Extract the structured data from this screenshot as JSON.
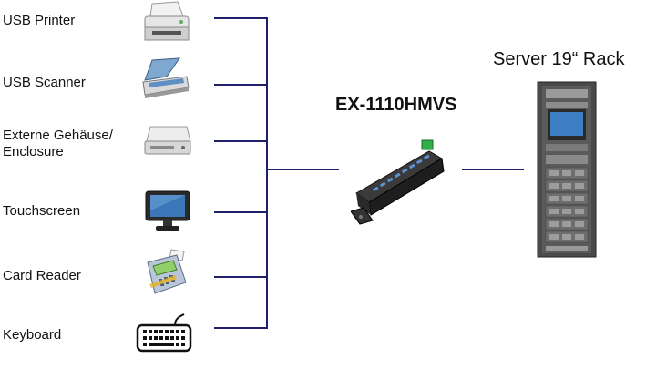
{
  "devices": [
    {
      "label": "USB Printer",
      "icon": "printer-icon"
    },
    {
      "label": "USB Scanner",
      "icon": "scanner-icon"
    },
    {
      "label": "Externe Gehäuse/",
      "label2": "Enclosure",
      "icon": "hard-drive-icon"
    },
    {
      "label": "Touchscreen",
      "icon": "monitor-icon"
    },
    {
      "label": "Card Reader",
      "icon": "card-reader-icon"
    },
    {
      "label": "Keyboard",
      "icon": "keyboard-icon"
    }
  ],
  "hub": {
    "label": "EX-1110HMVS",
    "icon": "usb-hub-icon"
  },
  "server": {
    "label": "Server 19“ Rack",
    "icon": "server-rack-icon"
  },
  "colors": {
    "line": "#1f1f6e",
    "text": "#111111"
  }
}
